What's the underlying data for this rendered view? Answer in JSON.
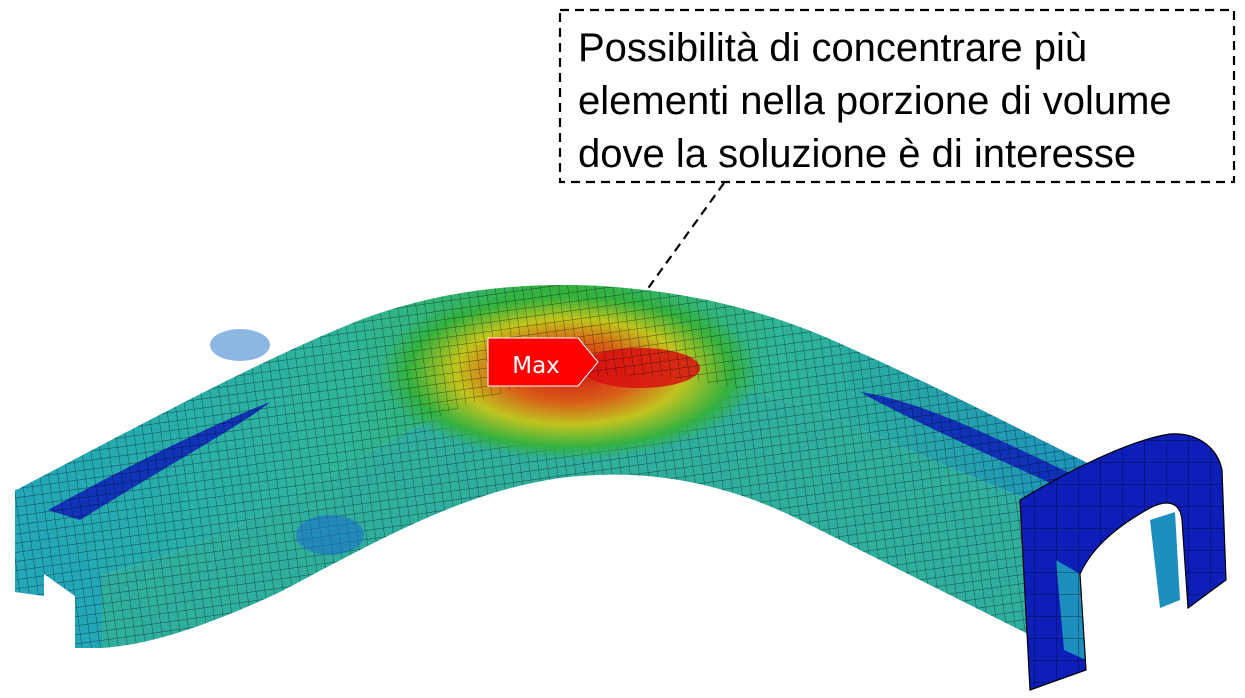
{
  "callout": {
    "lines": [
      "Possibilità di concentrare più",
      "elementi nella porzione di volume",
      "dove la soluzione è di interesse"
    ]
  },
  "marker": {
    "label": "Max",
    "color": "#ff0000"
  },
  "contour_colors": {
    "low": "#0d1fb8",
    "low_mid": "#1c8fbf",
    "mid": "#22b0b8",
    "mid_high": "#35b23c",
    "high_mid": "#c8c51a",
    "high": "#e25b12",
    "max": "#d81010"
  }
}
